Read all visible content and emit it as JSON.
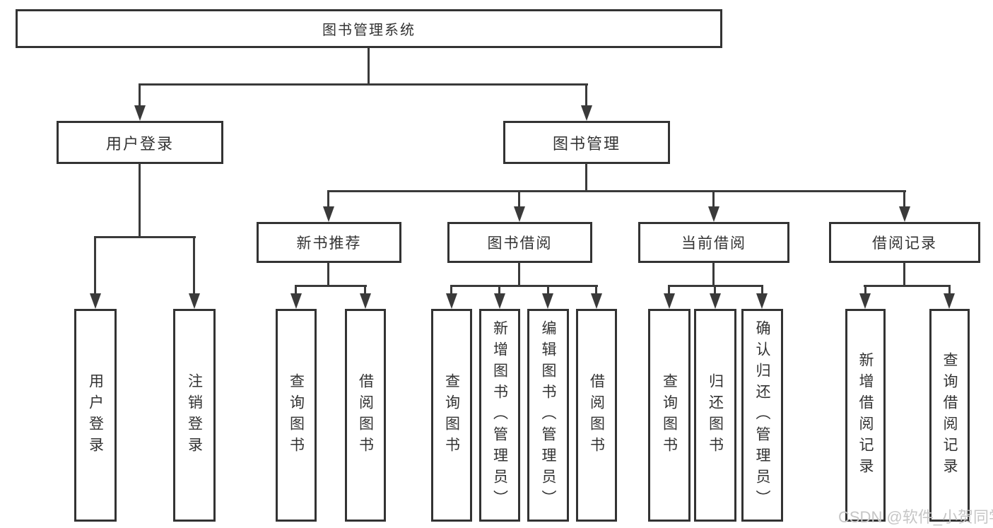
{
  "diagram": {
    "root": {
      "label": "图书管理系统"
    },
    "level2": {
      "user_login": {
        "label": "用户登录"
      },
      "book_mgmt": {
        "label": "图书管理"
      }
    },
    "level3": {
      "new_book_rec": {
        "label": "新书推荐"
      },
      "book_borrow": {
        "label": "图书借阅"
      },
      "current_borrow": {
        "label": "当前借阅"
      },
      "borrow_records": {
        "label": "借阅记录"
      }
    },
    "leaves": {
      "user_login_leaf": {
        "label": "用户登录"
      },
      "logout_leaf": {
        "label": "注销登录"
      },
      "rec_query_books": {
        "label": "查询图书"
      },
      "rec_borrow_books": {
        "label": "借阅图书"
      },
      "bb_query_books": {
        "label": "查询图书"
      },
      "bb_add_books_admin": {
        "label": "新增图书（管理员）"
      },
      "bb_edit_books_admin": {
        "label": "编辑图书（管理员）"
      },
      "bb_borrow_books": {
        "label": "借阅图书"
      },
      "cb_query_books": {
        "label": "查询图书"
      },
      "cb_return_books": {
        "label": "归还图书"
      },
      "cb_confirm_return_admin": {
        "label": "确认归还（管理员）"
      },
      "br_add_record": {
        "label": "新增借阅记录"
      },
      "br_query_record": {
        "label": "查询借阅记录"
      }
    },
    "hierarchy": {
      "图书管理系统": {
        "用户登录": [
          "用户登录",
          "注销登录"
        ],
        "图书管理": {
          "新书推荐": [
            "查询图书",
            "借阅图书"
          ],
          "图书借阅": [
            "查询图书",
            "新增图书（管理员）",
            "编辑图书（管理员）",
            "借阅图书"
          ],
          "当前借阅": [
            "查询图书",
            "归还图书",
            "确认归还（管理员）"
          ],
          "借阅记录": [
            "新增借阅记录",
            "查询借阅记录"
          ]
        }
      }
    }
  },
  "watermark": {
    "label": "CSDN @软件_小贺同学"
  },
  "colors": {
    "line": "#3a3a3a",
    "box_border": "#333333",
    "text": "#333333",
    "background": "#ffffff",
    "watermark": "#c6c6c6"
  }
}
